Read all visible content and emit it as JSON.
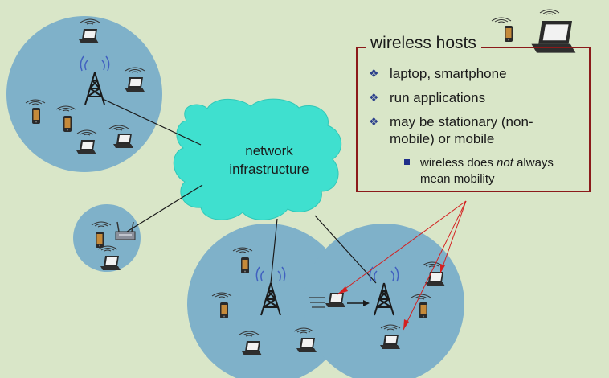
{
  "cloud": {
    "label_line1": "network",
    "label_line2": "infrastructure"
  },
  "callout": {
    "title": "wireless hosts",
    "bullets": [
      {
        "line1": "laptop, smartphone"
      },
      {
        "line1": "run applications"
      },
      {
        "line1": "may be stationary (non-",
        "line2": "mobile) or mobile"
      }
    ],
    "sub_bullet": {
      "prefix": "wireless does ",
      "italic": "not",
      "suffix": " always",
      "line2": "mean mobility"
    }
  },
  "colors": {
    "background": "#d9e6c8",
    "cell": "#7fb1c9",
    "cloud": "#3fe0cf",
    "callout_border": "#8b1a1a",
    "arrow": "#d42020",
    "bullet": "#2b3f8c"
  },
  "icons": [
    "laptop-icon",
    "smartphone-icon",
    "cell-tower-icon",
    "wireless-router-icon",
    "motion-lines-icon"
  ]
}
